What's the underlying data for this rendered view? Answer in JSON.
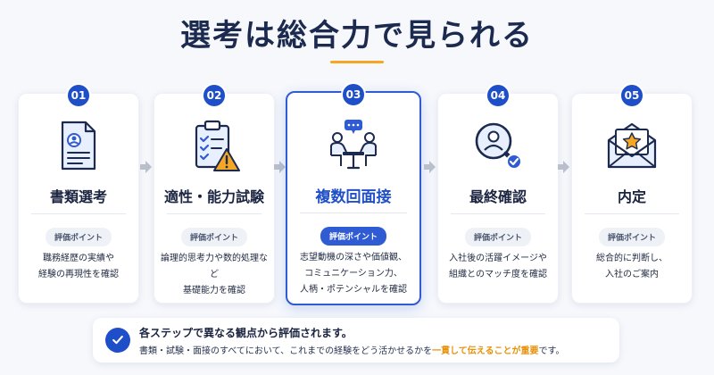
{
  "title": "選考は総合力で見られる",
  "colors": {
    "primary": "#1f4fc8",
    "accent": "#f5a623",
    "highlight": "#e8920c"
  },
  "steps": [
    {
      "number": "01",
      "title": "書類選考",
      "icon": "resume-document-icon",
      "pill": "評価ポイント",
      "desc": "職務経歴の実績や\n経験の再現性を確認"
    },
    {
      "number": "02",
      "title": "適性・能力試験",
      "icon": "clipboard-checklist-warning-icon",
      "pill": "評価ポイント",
      "desc": "論理的思考力や数的処理など\n基礎能力を確認"
    },
    {
      "number": "03",
      "title": "複数回面接",
      "icon": "interview-meeting-icon",
      "pill": "評価ポイント",
      "desc": "志望動機の深さや価値観、\nコミュニケーション力、\n人柄・ポテンシャルを確認"
    },
    {
      "number": "04",
      "title": "最終確認",
      "icon": "magnifier-person-icon",
      "pill": "評価ポイント",
      "desc": "入社後の活躍イメージや\n組織とのマッチ度を確認"
    },
    {
      "number": "05",
      "title": "内定",
      "icon": "offer-envelope-star-icon",
      "pill": "評価ポイント",
      "desc": "総合的に判断し、\n入社のご案内"
    }
  ],
  "note": {
    "title": "各ステップで異なる観点から評価されます。",
    "body_before": "書類・試験・面接のすべてにおいて、これまでの経験をどう活かせるかを",
    "body_highlight": "一貫して伝えることが重要",
    "body_after": "です。"
  }
}
